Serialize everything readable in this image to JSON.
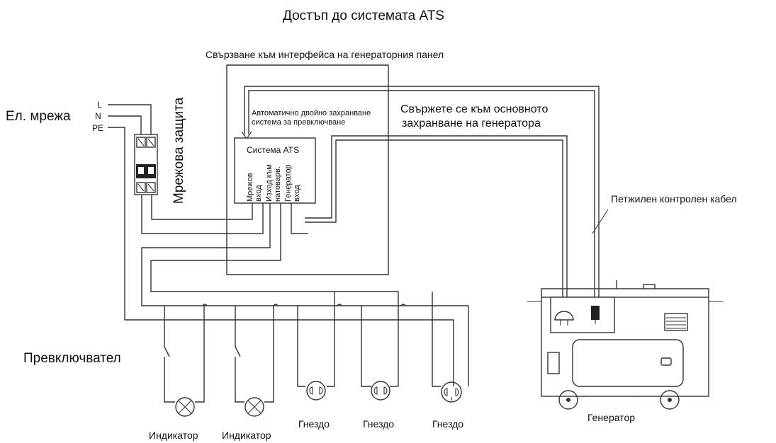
{
  "title": "Достъп до системата ATS",
  "labels": {
    "panel_interface": "Свързване към интерфейса на генераторния панел",
    "auto_dual_line1": "Автоматично двойно захранване",
    "auto_dual_line2": "система за превключване",
    "connect_main_line1": "Свържете се към основното",
    "connect_main_line2": "захранване на генератора",
    "ats_system": "Система ATS",
    "mains_line1": "Мрежов",
    "mains_line2": "вход",
    "load_line1": "Изход към",
    "load_line2": "натоварв.",
    "gen_line1": "Генератор",
    "gen_line2": "вход",
    "five_core": "Петжилен контролен кабел",
    "grid": "Ел. мрежа",
    "grid_protection": "Мрежова защита",
    "wire_l": "L",
    "wire_n": "N",
    "wire_pe": "PE",
    "switch": "Превключвател",
    "indicator_1": "Индикатор",
    "indicator_2": "Индикатор",
    "socket_1": "Гнездо",
    "socket_2": "Гнездо",
    "socket_3": "Гнездо",
    "generator": "Генератор"
  }
}
